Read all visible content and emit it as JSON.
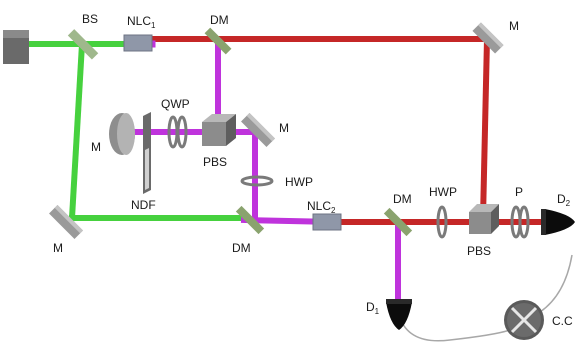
{
  "beam_colors": {
    "green": "#46d13e",
    "red": "#c52727",
    "magenta": "#bf33dc"
  },
  "labels": {
    "bs": "BS",
    "nlc1": {
      "main": "NLC",
      "sub": "1"
    },
    "dm_top": "DM",
    "m_top_right": "M",
    "qwp": "QWP",
    "m_left": "M",
    "pbs_center": "PBS",
    "m_center": "M",
    "ndf": "NDF",
    "hwp_center": "HWP",
    "m_bottom_left": "M",
    "dm_bottom": "DM",
    "nlc2": {
      "main": "NLC",
      "sub": "2"
    },
    "dm_right": "DM",
    "hwp_right": "HWP",
    "p": "P",
    "d2": {
      "main": "D",
      "sub": "2"
    },
    "pbs_right": "PBS",
    "d1": {
      "main": "D",
      "sub": "1"
    },
    "cc": "C.C"
  }
}
